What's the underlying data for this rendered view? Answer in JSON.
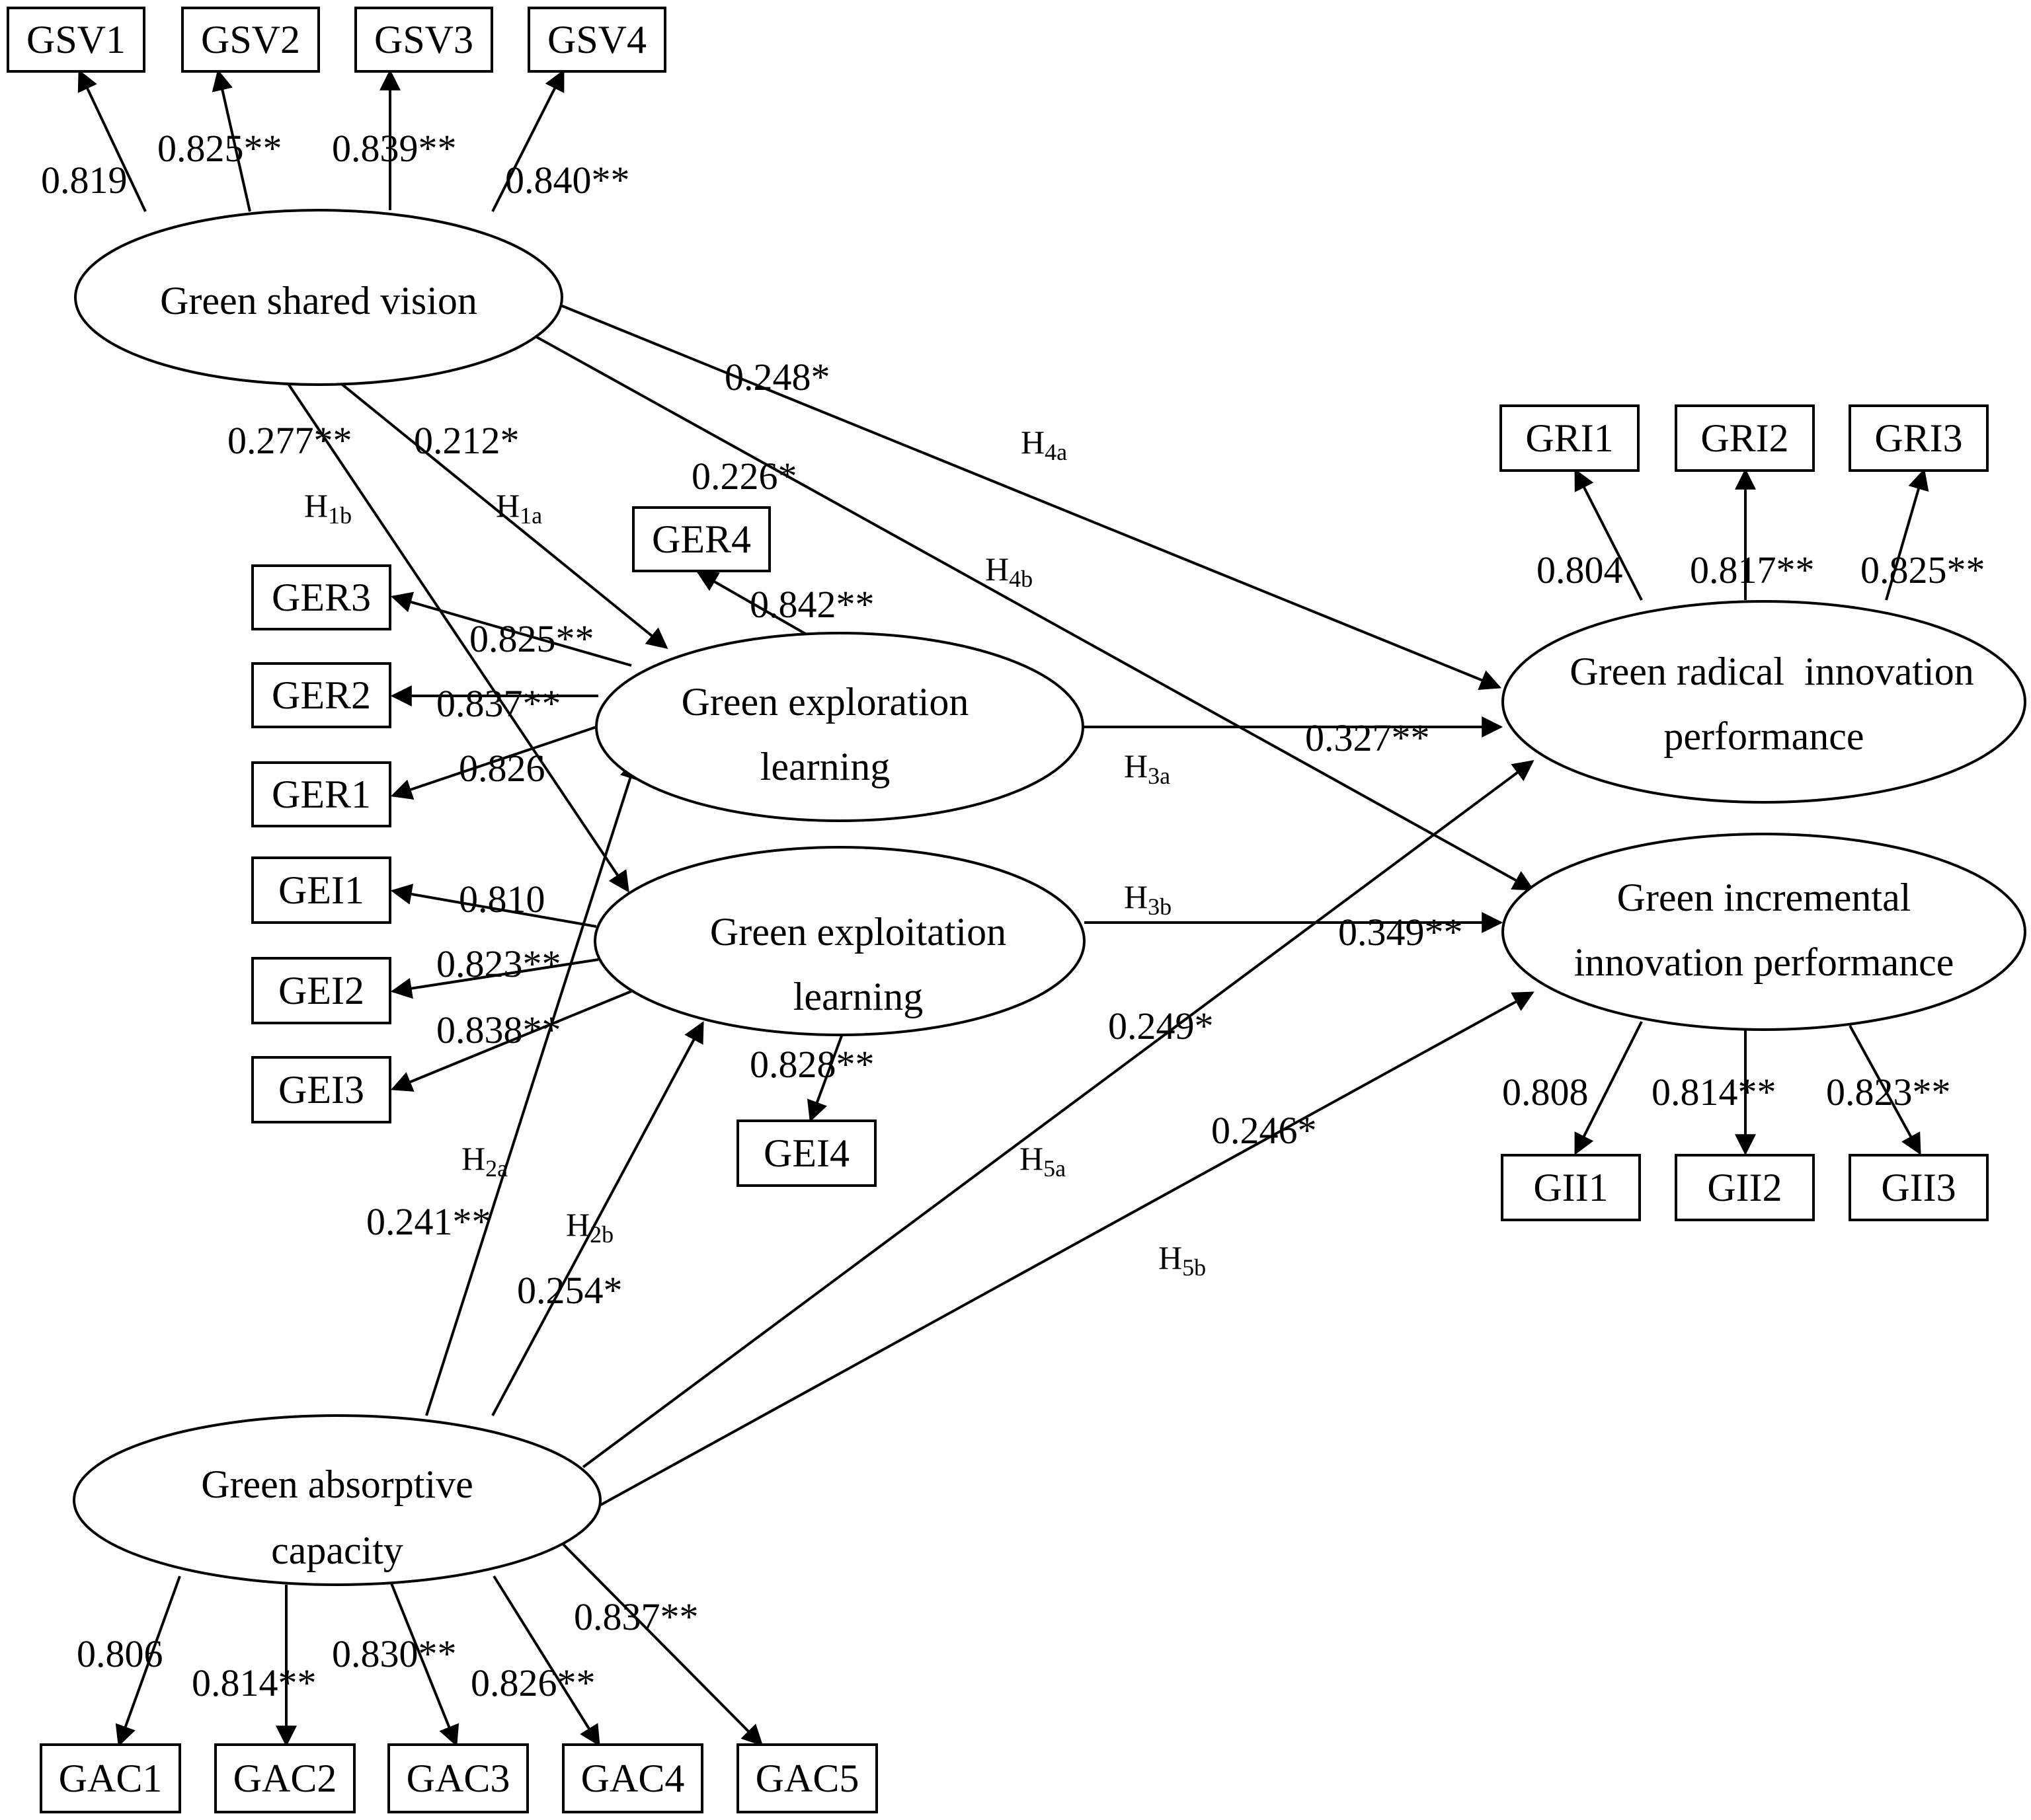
{
  "indicators": {
    "gsv1": "GSV1",
    "gsv2": "GSV2",
    "gsv3": "GSV3",
    "gsv4": "GSV4",
    "gri1": "GRI1",
    "gri2": "GRI2",
    "gri3": "GRI3",
    "ger1": "GER1",
    "ger2": "GER2",
    "ger3": "GER3",
    "ger4": "GER4",
    "gei1": "GEI1",
    "gei2": "GEI2",
    "gei3": "GEI3",
    "gei4": "GEI4",
    "gii1": "GII1",
    "gii2": "GII2",
    "gii3": "GII3",
    "gac1": "GAC1",
    "gac2": "GAC2",
    "gac3": "GAC3",
    "gac4": "GAC4",
    "gac5": "GAC5"
  },
  "constructs": {
    "gsv": [
      "Green shared vision"
    ],
    "ger": [
      "Green exploration",
      "learning"
    ],
    "gei": [
      "Green exploitation",
      "learning"
    ],
    "gri": [
      "Green radical  innovation",
      "performance"
    ],
    "gii": [
      "Green incremental",
      "innovation performance"
    ],
    "gac": [
      "Green absorptive",
      "capacity"
    ]
  },
  "loadings": {
    "gsv1": "0.819",
    "gsv2": "0.825**",
    "gsv3": "0.839**",
    "gsv4": "0.840**",
    "gri1": "0.804",
    "gri2": "0.817**",
    "gri3": "0.825**",
    "ger4": "0.842**",
    "ger3": "0.825**",
    "ger2": "0.837**",
    "ger1": "0.826",
    "gei1": "0.810",
    "gei2": "0.823**",
    "gei3": "0.838**",
    "gei4": "0.828**",
    "gii1": "0.808",
    "gii2": "0.814**",
    "gii3": "0.823**",
    "gac1": "0.806",
    "gac2": "0.814**",
    "gac3": "0.830**",
    "gac4": "0.826**",
    "gac5": "0.837**"
  },
  "paths": {
    "h1a": {
      "coef": "0.212*",
      "h": "H",
      "sub": "1a"
    },
    "h1b": {
      "coef": "0.277**",
      "h": "H",
      "sub": "1b"
    },
    "h2a": {
      "coef": "0.241**",
      "h": "H",
      "sub": "2a"
    },
    "h2b": {
      "coef": "0.254*",
      "h": "H",
      "sub": "2b"
    },
    "h3a": {
      "coef": "0.327**",
      "h": "H",
      "sub": "3a"
    },
    "h3b": {
      "coef": "0.349**",
      "h": "H",
      "sub": "3b"
    },
    "h4a": {
      "coef": "0.248*",
      "h": "H",
      "sub": "4a"
    },
    "h4b": {
      "coef": "0.226*",
      "h": "H",
      "sub": "4b"
    },
    "h5a": {
      "coef": "0.249*",
      "h": "H",
      "sub": "5a"
    },
    "h5b": {
      "coef": "0.246*",
      "h": "H",
      "sub": "5b"
    }
  }
}
